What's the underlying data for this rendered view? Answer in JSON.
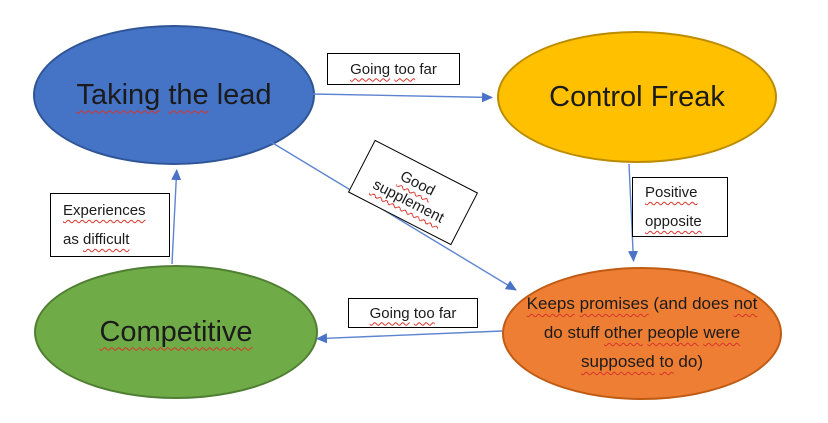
{
  "diagram": {
    "description": "Four-ellipse core-quality quadrant diagram with labeled connector arrows",
    "arrow_color": "#5d84d0",
    "arrowhead_color": "#4a72c6",
    "spellcheck_color": "#d9342b",
    "nodes": {
      "lead": {
        "name": "Taking the lead",
        "fill": "#4573C6",
        "stroke": "#2F5597",
        "segments": [
          {
            "t": "Taking",
            "sq": true
          },
          {
            "t": "the",
            "sq": true
          },
          {
            "t": "lead"
          }
        ]
      },
      "control": {
        "name": "Control Freak",
        "fill": "#FFC000",
        "stroke": "#BC8C00",
        "segments": [
          {
            "t": "Control"
          },
          {
            "t": "Freak"
          }
        ]
      },
      "competitive": {
        "name": "Competitive",
        "fill": "#6FAC47",
        "stroke": "#507E32",
        "segments": [
          {
            "t": "Competitive",
            "sq": true
          }
        ]
      },
      "keeps": {
        "name": "Keeps promises (and does not do stuff other people were supposed to do)",
        "fill": "#EE7E33",
        "stroke": "#C05B14",
        "line1": [
          {
            "t": "Keeps",
            "sq": true
          },
          {
            "t": "promises",
            "sq": true
          },
          {
            "t": "(and"
          },
          {
            "t": "does"
          },
          {
            "t": "not",
            "sq": true
          }
        ],
        "line2": [
          {
            "t": "do"
          },
          {
            "t": "stuff"
          },
          {
            "t": "other",
            "sq": true
          },
          {
            "t": "people",
            "sq": true
          },
          {
            "t": "were",
            "sq": true
          }
        ],
        "line3": [
          {
            "t": "supposed",
            "sq": true
          },
          {
            "t": "to",
            "sq": true
          },
          {
            "t": "do)"
          }
        ]
      }
    },
    "edge_labels": {
      "going_top": {
        "name": "Going too far",
        "segments": [
          {
            "t": "Going",
            "sq": true
          },
          {
            "t": "too",
            "sq": true
          },
          {
            "t": "far"
          }
        ]
      },
      "experiences": {
        "name": "Experiences as difficult",
        "line1": [
          {
            "t": "Experiences",
            "sq": true
          }
        ],
        "line2": [
          {
            "t": "as"
          },
          {
            "t": "difficult",
            "sq": true
          }
        ]
      },
      "positive": {
        "name": "Positive opposite",
        "line1": [
          {
            "t": "Positive",
            "sq": true
          }
        ],
        "line2": [
          {
            "t": "opposite",
            "sq": true
          }
        ]
      },
      "going_bottom": {
        "name": "Going too far",
        "segments": [
          {
            "t": "Going",
            "sq": true
          },
          {
            "t": "too",
            "sq": true
          },
          {
            "t": "far"
          }
        ]
      },
      "good_supplement": {
        "name": "Good supplement",
        "line1": [
          {
            "t": "Good",
            "sq": true
          }
        ],
        "line2": [
          {
            "t": "supplement",
            "sq": true
          }
        ]
      }
    }
  }
}
